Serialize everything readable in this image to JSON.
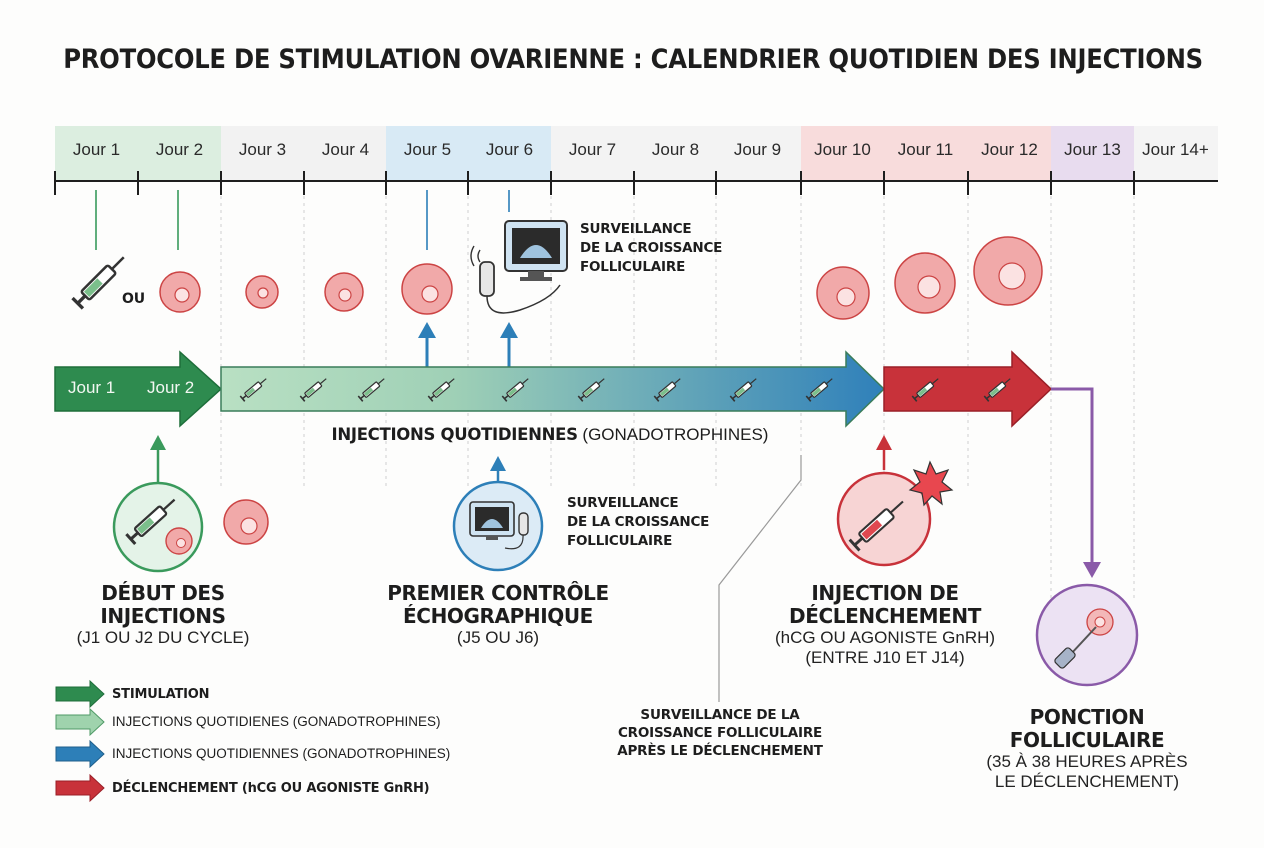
{
  "title": "PROTOCOLE DE STIMULATION OVARIENNE : CALENDRIER QUOTIDIEN DES INJECTIONS",
  "days": [
    "Jour 1",
    "Jour 2",
    "Jour 3",
    "Jour 4",
    "Jour 5",
    "Jour 6",
    "Jour 7",
    "Jour 8",
    "Jour 9",
    "Jour 10",
    "Jour 11",
    "Jour 12",
    "Jour 13",
    "Jour 14+"
  ],
  "colors": {
    "stimulation": "#2e8b4f",
    "gonado_light": "#8fcca0",
    "gonado_blue": "#2d7fb8",
    "trigger": "#c8323a",
    "retrieval": "#8a5aa8"
  },
  "top": {
    "ou": "OU",
    "monitor": [
      "SURVEILLANCE",
      "DE LA CROISSANCE",
      "FOLLICULAIRE"
    ]
  },
  "arrow": {
    "j1": "Jour 1",
    "j2": "Jour 2"
  },
  "middle": {
    "bold": "INJECTIONS QUOTIDIENNES",
    "light": "(GONADOTROPHINES)"
  },
  "start": {
    "h1": "DÉBUT DES",
    "h2": "INJECTIONS",
    "sub": "(J1 OU J2 DU CYCLE)"
  },
  "first_control": {
    "h1": "PREMIER CONTRÔLE",
    "h2": "ÉCHOGRAPHIQUE",
    "sub": "(J5 OU J6)",
    "monitor": [
      "SURVEILLANCE",
      "DE LA CROISSANCE",
      "FOLLICULAIRE"
    ]
  },
  "trigger": {
    "h1": "INJECTION DE",
    "h2": "DÉCLENCHEMENT",
    "sub1": "(hCG OU AGONISTE GnRH)",
    "sub2": "(ENTRE J10 ET J14)"
  },
  "post_trigger": [
    "SURVEILLANCE DE LA",
    "CROISSANCE FOLLICULAIRE",
    "APRÈS LE DÉCLENCHEMENT"
  ],
  "retrieval": {
    "h1": "PONCTION",
    "h2": "FOLLICULAIRE",
    "sub1": "(35 À 38 HEURES APRÈS",
    "sub2": "LE DÉCLENCHEMENT)"
  },
  "legend": [
    {
      "bold": "STIMULATION",
      "light": ""
    },
    {
      "bold": "",
      "light": "INJECTIONS QUOTIDIENES (GONADOTROPHINES)"
    },
    {
      "bold": "",
      "light": "INJECTIONS QUOTIDIENNES (GONADOTROPHINES)"
    },
    {
      "bold": "DÉCLENCHEMENT (hCG OU AGONISTE GnRH)",
      "light": ""
    }
  ]
}
